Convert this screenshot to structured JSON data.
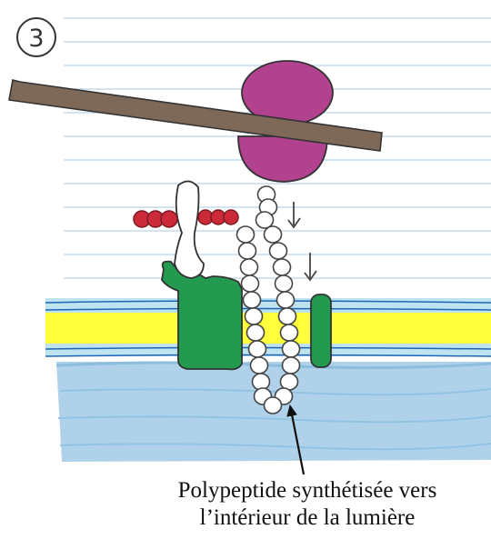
{
  "step_label": "3",
  "caption": {
    "line1": "Polypeptide synthétisée vers",
    "line2": "l’intérieur de la lumière"
  },
  "colors": {
    "paper_lines": "#b9d3e6",
    "ribosome": "#b2418f",
    "mrna": "#7e6858",
    "membrane_outer": "#ffff3b",
    "lumen": "#a6cde8",
    "translocon": "#239a50",
    "signal_recognition": "#cc2a39",
    "chain": "#444444"
  },
  "icons": [
    "down-arrow-icon",
    "pointer-arrow-icon"
  ]
}
